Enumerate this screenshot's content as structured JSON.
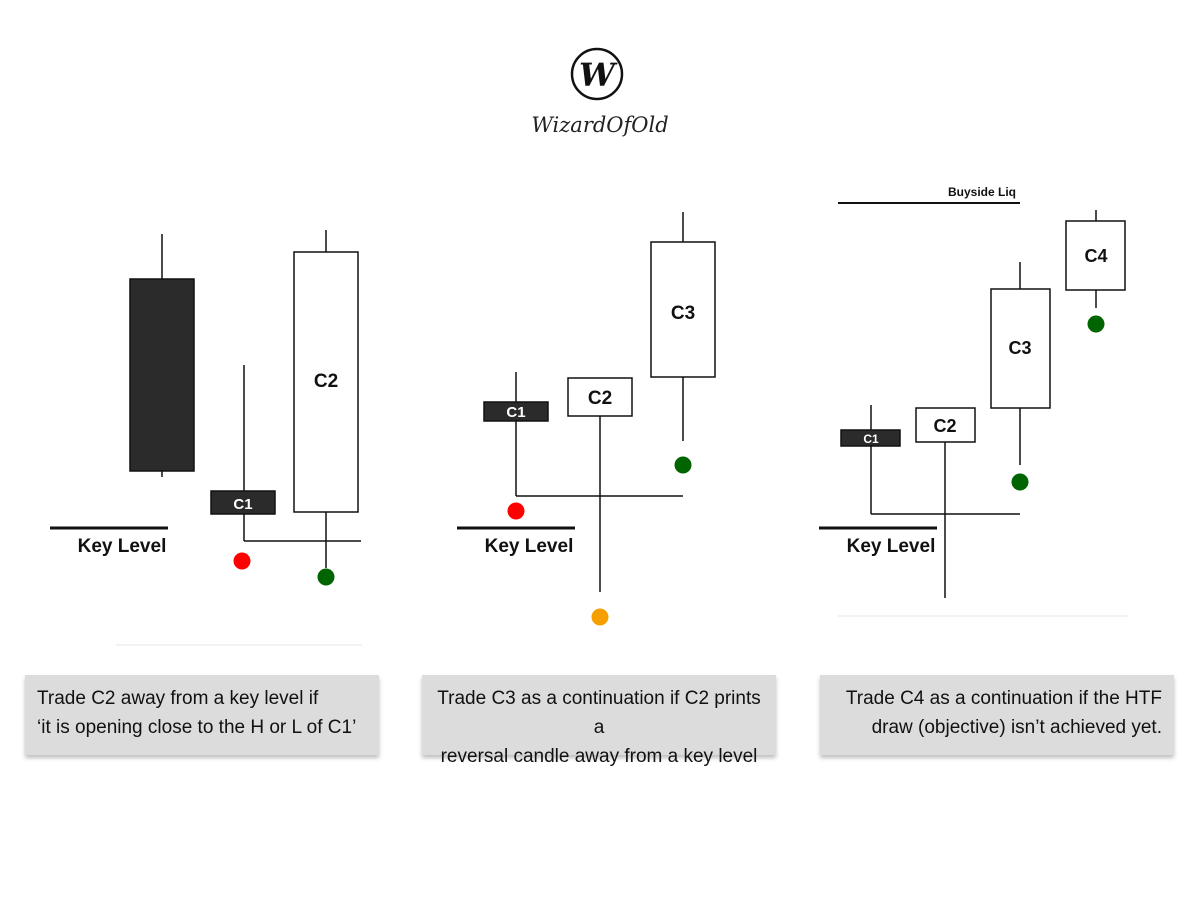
{
  "brand": {
    "logo_letter": "W",
    "name": "WizardOfOld"
  },
  "panels": [
    {
      "key_level_label": "Key Level",
      "candle_labels": {
        "c1": "C1",
        "c2": "C2"
      },
      "caption_lines": [
        "Trade C2 away from a key level if",
        "‘it is opening close to the H or L of C1’"
      ]
    },
    {
      "key_level_label": "Key Level",
      "candle_labels": {
        "c1": "C1",
        "c2": "C2",
        "c3": "C3"
      },
      "caption_lines": [
        "Trade C3 as a continuation if C2 prints a",
        "reversal candle away from a key level"
      ]
    },
    {
      "key_level_label": "Key Level",
      "liquidity_label": "Buyside Liq",
      "candle_labels": {
        "c1": "C1",
        "c2": "C2",
        "c3": "C3",
        "c4": "C4"
      },
      "caption_lines": [
        "Trade C4 as a continuation if the HTF",
        "draw (objective) isn’t achieved yet."
      ]
    }
  ],
  "colors": {
    "bearish_fill": "#2b2b2b",
    "bullish_fill": "#ffffff",
    "red_dot": "#ff0000",
    "green_dot": "#006400",
    "orange_dot": "#f5a000",
    "caption_bg": "#dcdcdc"
  }
}
